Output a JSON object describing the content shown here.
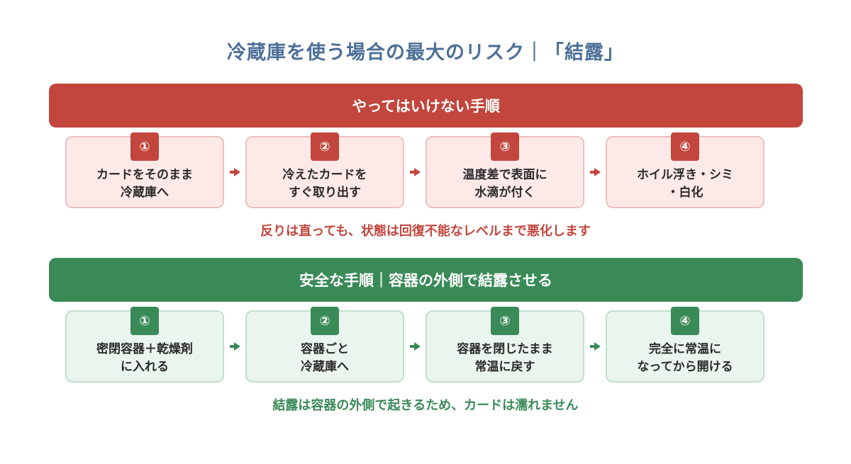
{
  "title": "冷蔵庫を使う場合の最大のリスク｜「結露」",
  "bad_section": {
    "header": "やってはいけない手順",
    "steps": [
      {
        "num": "①",
        "line1": "カードをそのまま",
        "line2": "冷蔵庫へ"
      },
      {
        "num": "②",
        "line1": "冷えたカードを",
        "line2": "すぐ取り出す"
      },
      {
        "num": "③",
        "line1": "温度差で表面に",
        "line2": "水滴が付く"
      },
      {
        "num": "④",
        "line1": "ホイル浮き・シミ",
        "line2": "・白化"
      }
    ],
    "note": "反りは直っても、状態は回復不能なレベルまで悪化します",
    "color": "#c2463d"
  },
  "good_section": {
    "header": "安全な手順｜容器の外側で結露させる",
    "steps": [
      {
        "num": "①",
        "line1": "密閉容器＋乾燥剤",
        "line2": "に入れる"
      },
      {
        "num": "②",
        "line1": "容器ごと",
        "line2": "冷蔵庫へ"
      },
      {
        "num": "③",
        "line1": "容器を閉じたまま",
        "line2": "常温に戻す"
      },
      {
        "num": "④",
        "line1": "完全に常温に",
        "line2": "なってから開ける"
      }
    ],
    "note": "結露は容器の外側で起きるため、カードは濡れません",
    "color": "#3a8a58"
  }
}
